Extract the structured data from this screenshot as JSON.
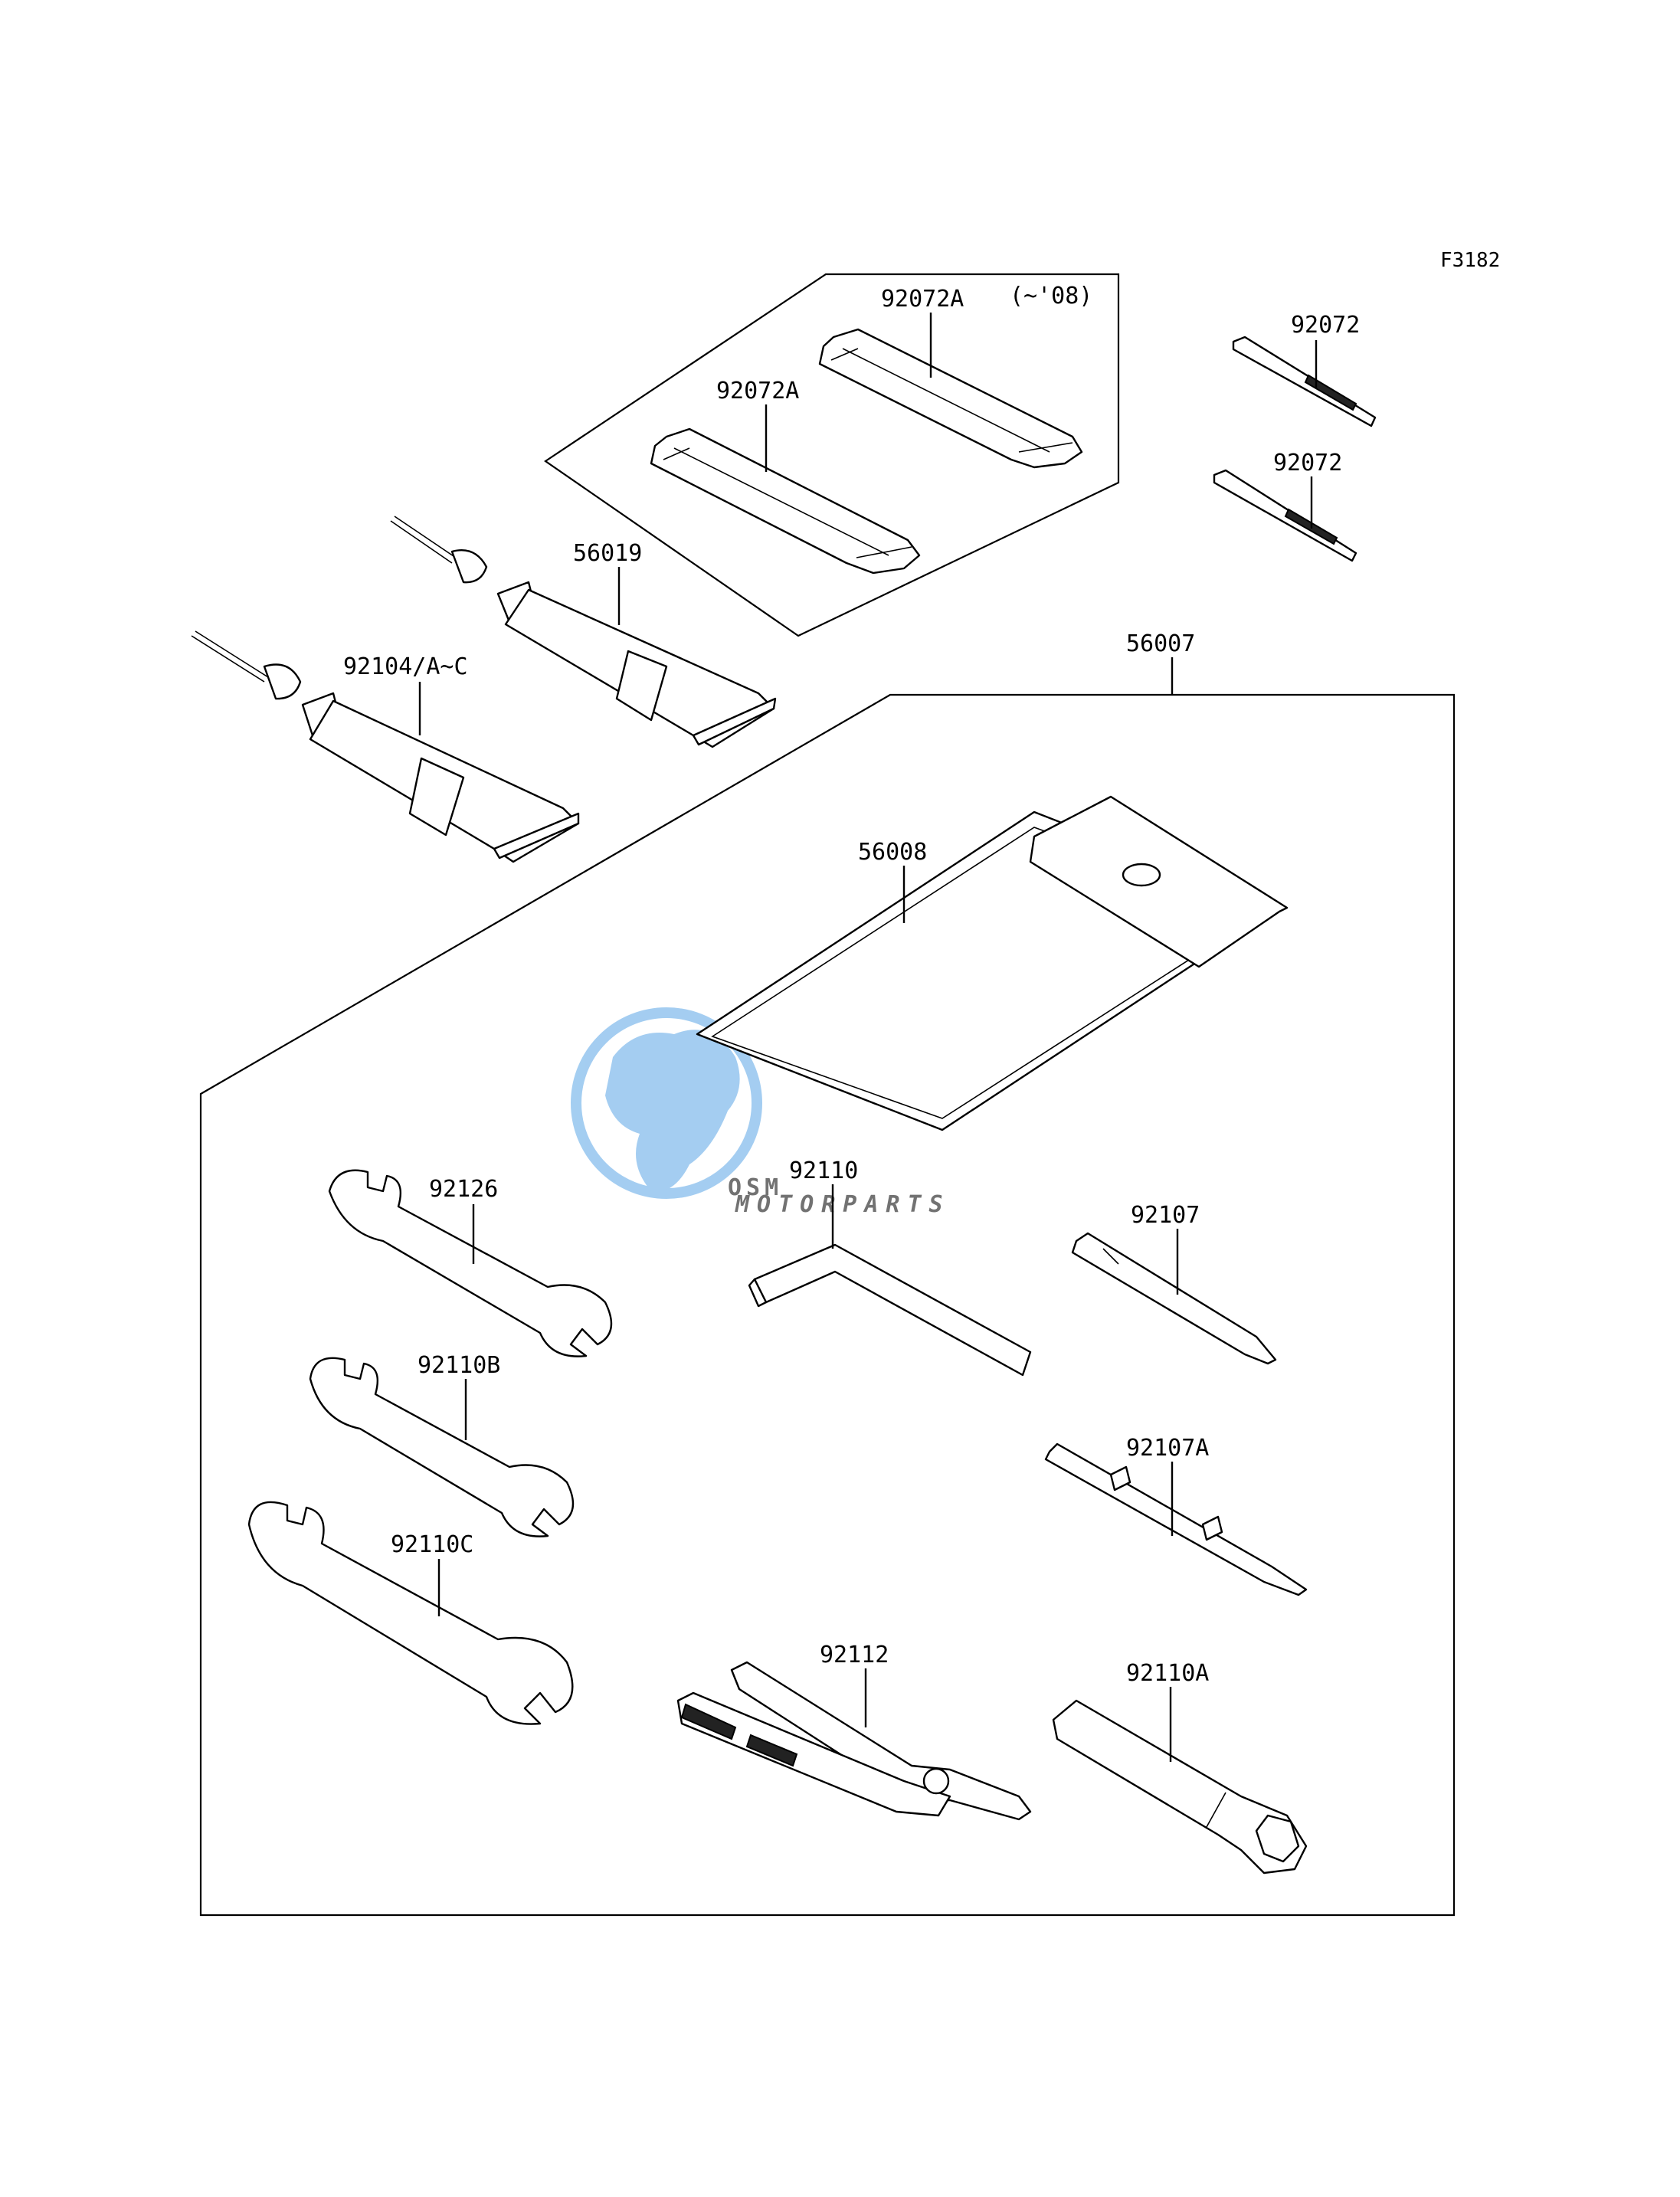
{
  "figure_code": "F3182",
  "variant_note": "(~'08)",
  "parts": {
    "strap_a_upper": "92072A",
    "strap_a_lower": "92072A",
    "band_upper": "92072",
    "band_lower": "92072",
    "tube_upper": "56019",
    "tube_lower": "92104/A~C",
    "tool_kit": "56007",
    "tool_bag": "56008",
    "wrench_92126": "92126",
    "hex_key": "92110",
    "screwdriver": "92107",
    "wrench_92110b": "92110B",
    "screwdriver_a": "92107A",
    "wrench_92110c": "92110C",
    "pliers": "92112",
    "plug_wrench": "92110A"
  },
  "watermark": {
    "brand": "OSM",
    "tagline": "MOTORPARTS",
    "colors": {
      "blue": "#5aa6e6",
      "gray": "#b8bcc2"
    }
  }
}
